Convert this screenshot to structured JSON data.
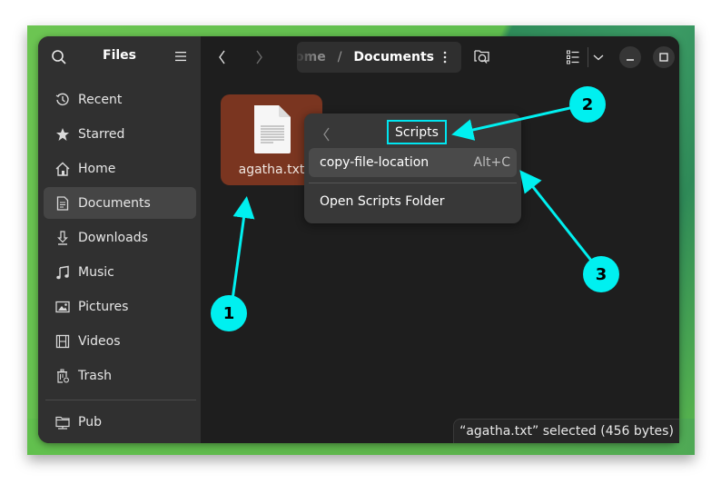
{
  "window": {
    "sidebar": {
      "title": "Files",
      "items": [
        {
          "label": "Recent",
          "icon": "clock-icon"
        },
        {
          "label": "Starred",
          "icon": "star-icon"
        },
        {
          "label": "Home",
          "icon": "home-icon"
        },
        {
          "label": "Documents",
          "icon": "document-icon",
          "active": true
        },
        {
          "label": "Downloads",
          "icon": "download-icon"
        },
        {
          "label": "Music",
          "icon": "music-icon"
        },
        {
          "label": "Pictures",
          "icon": "picture-icon"
        },
        {
          "label": "Videos",
          "icon": "film-icon"
        },
        {
          "label": "Trash",
          "icon": "trash-icon"
        }
      ],
      "bookmarks": [
        {
          "label": "Pub",
          "icon": "network-folder-icon"
        }
      ]
    },
    "pathbar": {
      "previous": "ome",
      "separator": "/",
      "current": "Documents"
    },
    "files": [
      {
        "name": "agatha.txt",
        "selected": true
      }
    ],
    "context_menu": {
      "title": "Scripts",
      "items": [
        {
          "label": "copy-file-location",
          "accel": "Alt+C"
        },
        {
          "label": "Open Scripts Folder"
        }
      ]
    },
    "status": "“agatha.txt” selected  (456 bytes)"
  },
  "annotations": [
    {
      "number": "1"
    },
    {
      "number": "2"
    },
    {
      "number": "3"
    }
  ],
  "colors": {
    "annotation": "#00f0f0",
    "selection": "#7a3520",
    "sidebar_bg": "#303030",
    "content_bg": "#1e1e1e"
  }
}
